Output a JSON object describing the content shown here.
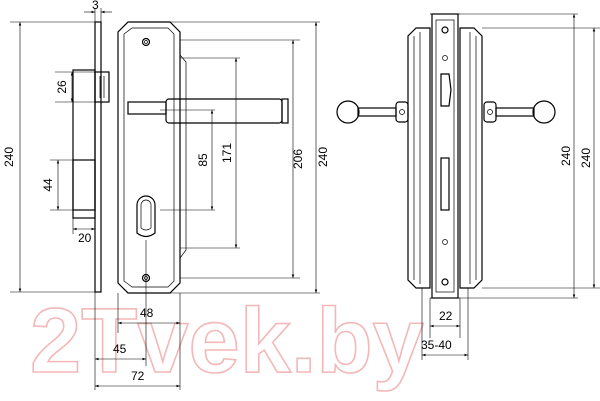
{
  "watermark": "2Tvek.by",
  "dims": {
    "d_3": "3",
    "d_26": "26",
    "d_240_left": "240",
    "d_44": "44",
    "d_20": "20",
    "d_85": "85",
    "d_171": "171",
    "d_206": "206",
    "d_240_mid": "240",
    "d_48": "48",
    "d_45": "45",
    "d_72": "72",
    "d_240_r1": "240",
    "d_240_r2": "240",
    "d_22": "22",
    "d_35_40": "35-40"
  },
  "colors": {
    "line": "#000000",
    "watermark": "#f3b8b8"
  }
}
